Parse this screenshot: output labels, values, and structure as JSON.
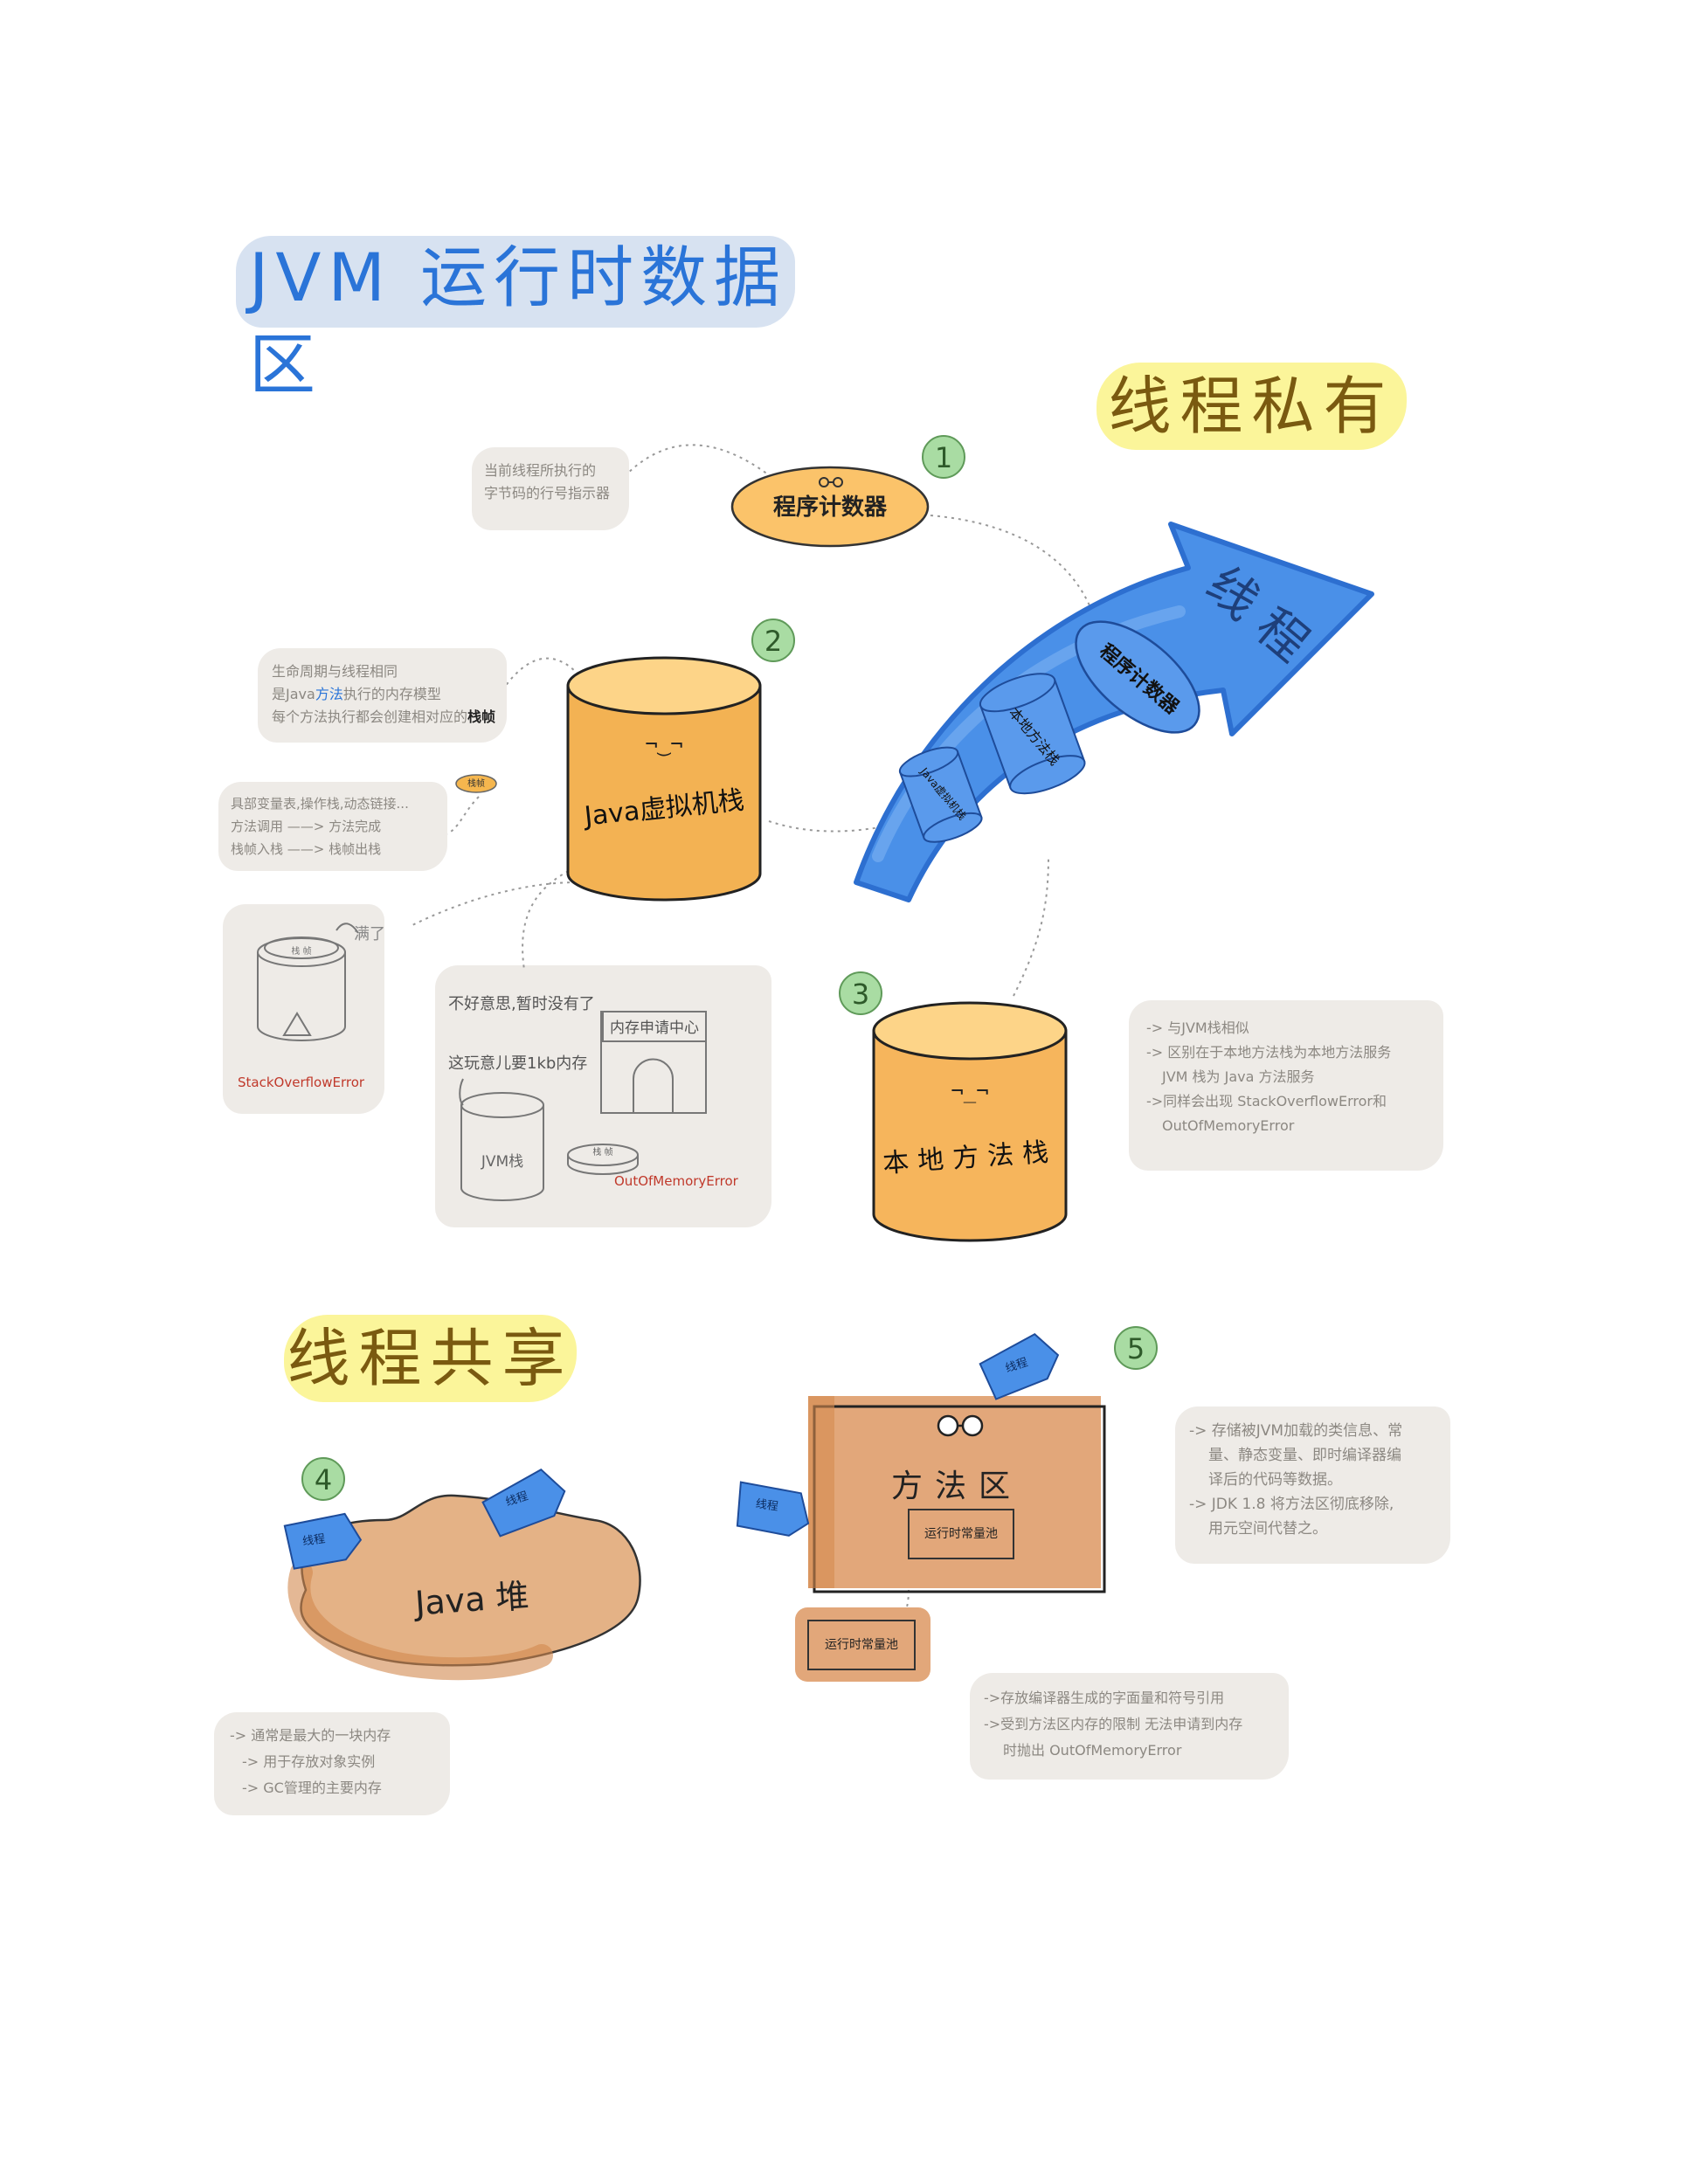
{
  "title": "JVM 运行时数据区",
  "sections": {
    "private": "线程私有",
    "shared": "线程共享"
  },
  "numbers": [
    "1",
    "2",
    "3",
    "4",
    "5"
  ],
  "thread_arrow": {
    "label": "线程",
    "items": [
      "程序计数器",
      "本地方法栈",
      "Java虚拟机栈"
    ]
  },
  "pc_register": {
    "label": "程序计数器",
    "note": [
      "当前线程所执行的",
      "字节码的行号指示器"
    ]
  },
  "vm_stack": {
    "label": "Java虚拟机栈",
    "face": "¬‿¬",
    "note1": {
      "line1": "生命周期与线程相同",
      "line2_pre": "是Java",
      "line2_hl": "方法",
      "line2_post": "执行的内存模型",
      "line3_pre": "每个方法执行都会创建相对应的",
      "line3_hl": "栈帧"
    },
    "frame_chip": "栈帧",
    "note2": [
      "具部变量表,操作栈,动态链接...",
      "方法调用 ——> 方法完成",
      "栈帧入栈 ——> 栈帧出栈"
    ],
    "soe": {
      "full": "满了",
      "chip": "栈 帧",
      "error": "StackOverflowError"
    },
    "oom": {
      "line1": "不好意思,暂时没有了",
      "line2": "这玩意儿要1kb内存",
      "booth": "内存申请中心",
      "stack": "JVM栈",
      "chip": "栈 帧",
      "error": "OutOfMemoryError"
    }
  },
  "native_stack": {
    "label": "本地方法栈",
    "face": "¬_¬",
    "note": [
      "-> 与JVM栈相似",
      "-> 区别在于本地方法栈为本地方法服务",
      "JVM 栈为 Java 方法服务",
      "->同样会出现 StackOverflowError和",
      "OutOfMemoryError"
    ]
  },
  "heap": {
    "label": "Java 堆",
    "tags": [
      "线程",
      "线程"
    ],
    "note": [
      "-> 通常是最大的一块内存",
      "-> 用于存放对象实例",
      "-> GC管理的主要内存"
    ]
  },
  "method_area": {
    "label": "方法区",
    "pool": "运行时常量池",
    "pool2": "运行时常量池",
    "tags": [
      "线程",
      "线程"
    ],
    "note": [
      "-> 存储被JVM加载的类信息、常",
      "量、静态变量、即时编译器编",
      "译后的代码等数据。",
      "-> JDK 1.8 将方法区彻底移除,",
      "用元空间代替之。"
    ],
    "pool_note": [
      "->存放编译器生成的字面量和符号引用",
      "->受到方法区内存的限制 无法申请到内存",
      "时抛出 OutOfMemoryError"
    ]
  },
  "colors": {
    "title_blue": "#2a74d8",
    "cylinder_orange": "#fbc36a",
    "arrow_blue": "#4a90e8",
    "heap_brown": "#dca37a",
    "num_green": "#a9dca3"
  }
}
